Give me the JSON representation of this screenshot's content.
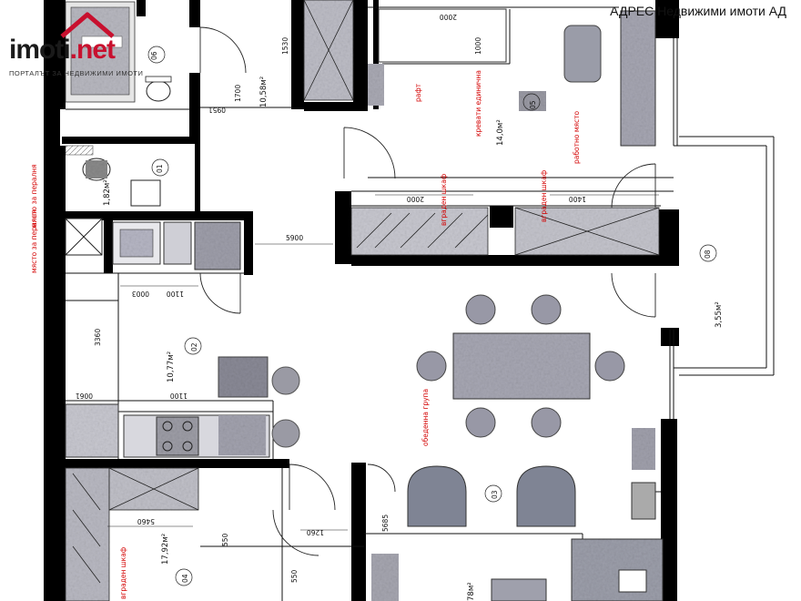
{
  "branding": {
    "logo_text": "imoti",
    "logo_tld": ".net",
    "tagline": "ПОРТАЛЪТ ЗА НЕДВИЖИМИ ИМОТИ",
    "agency": "АДРЕС Недвижими имоти АД",
    "accent_color": "#c8102e"
  },
  "rooms": {
    "r01_area": "1,82м²",
    "r02_area": "10,77м²",
    "r03_label": "03",
    "r04_area": "17,92м²",
    "r05_area": "14,0м²",
    "r06_area": "10,58м²",
    "r07_area": "78м²",
    "r08_area": "3,55м²",
    "r02_label": "02",
    "r04_label": "04",
    "r05_label": "05",
    "r06_label": "06",
    "r08_label": "08",
    "r01_label": "01"
  },
  "notes": {
    "builtin_wardrobe": "вграден шкаф",
    "dining_group": "обеденна група",
    "work_place": "работно място",
    "bed": "кревати единична",
    "washing": "място за пералня",
    "shelf": "рафт"
  },
  "dimensions": [
    "5900",
    "2000",
    "1000",
    "1700",
    "1530",
    "0951",
    "2000",
    "1400",
    "0003",
    "1100",
    "5460",
    "5685",
    "1100",
    "0061",
    "1260",
    "550",
    "3360",
    "550"
  ]
}
